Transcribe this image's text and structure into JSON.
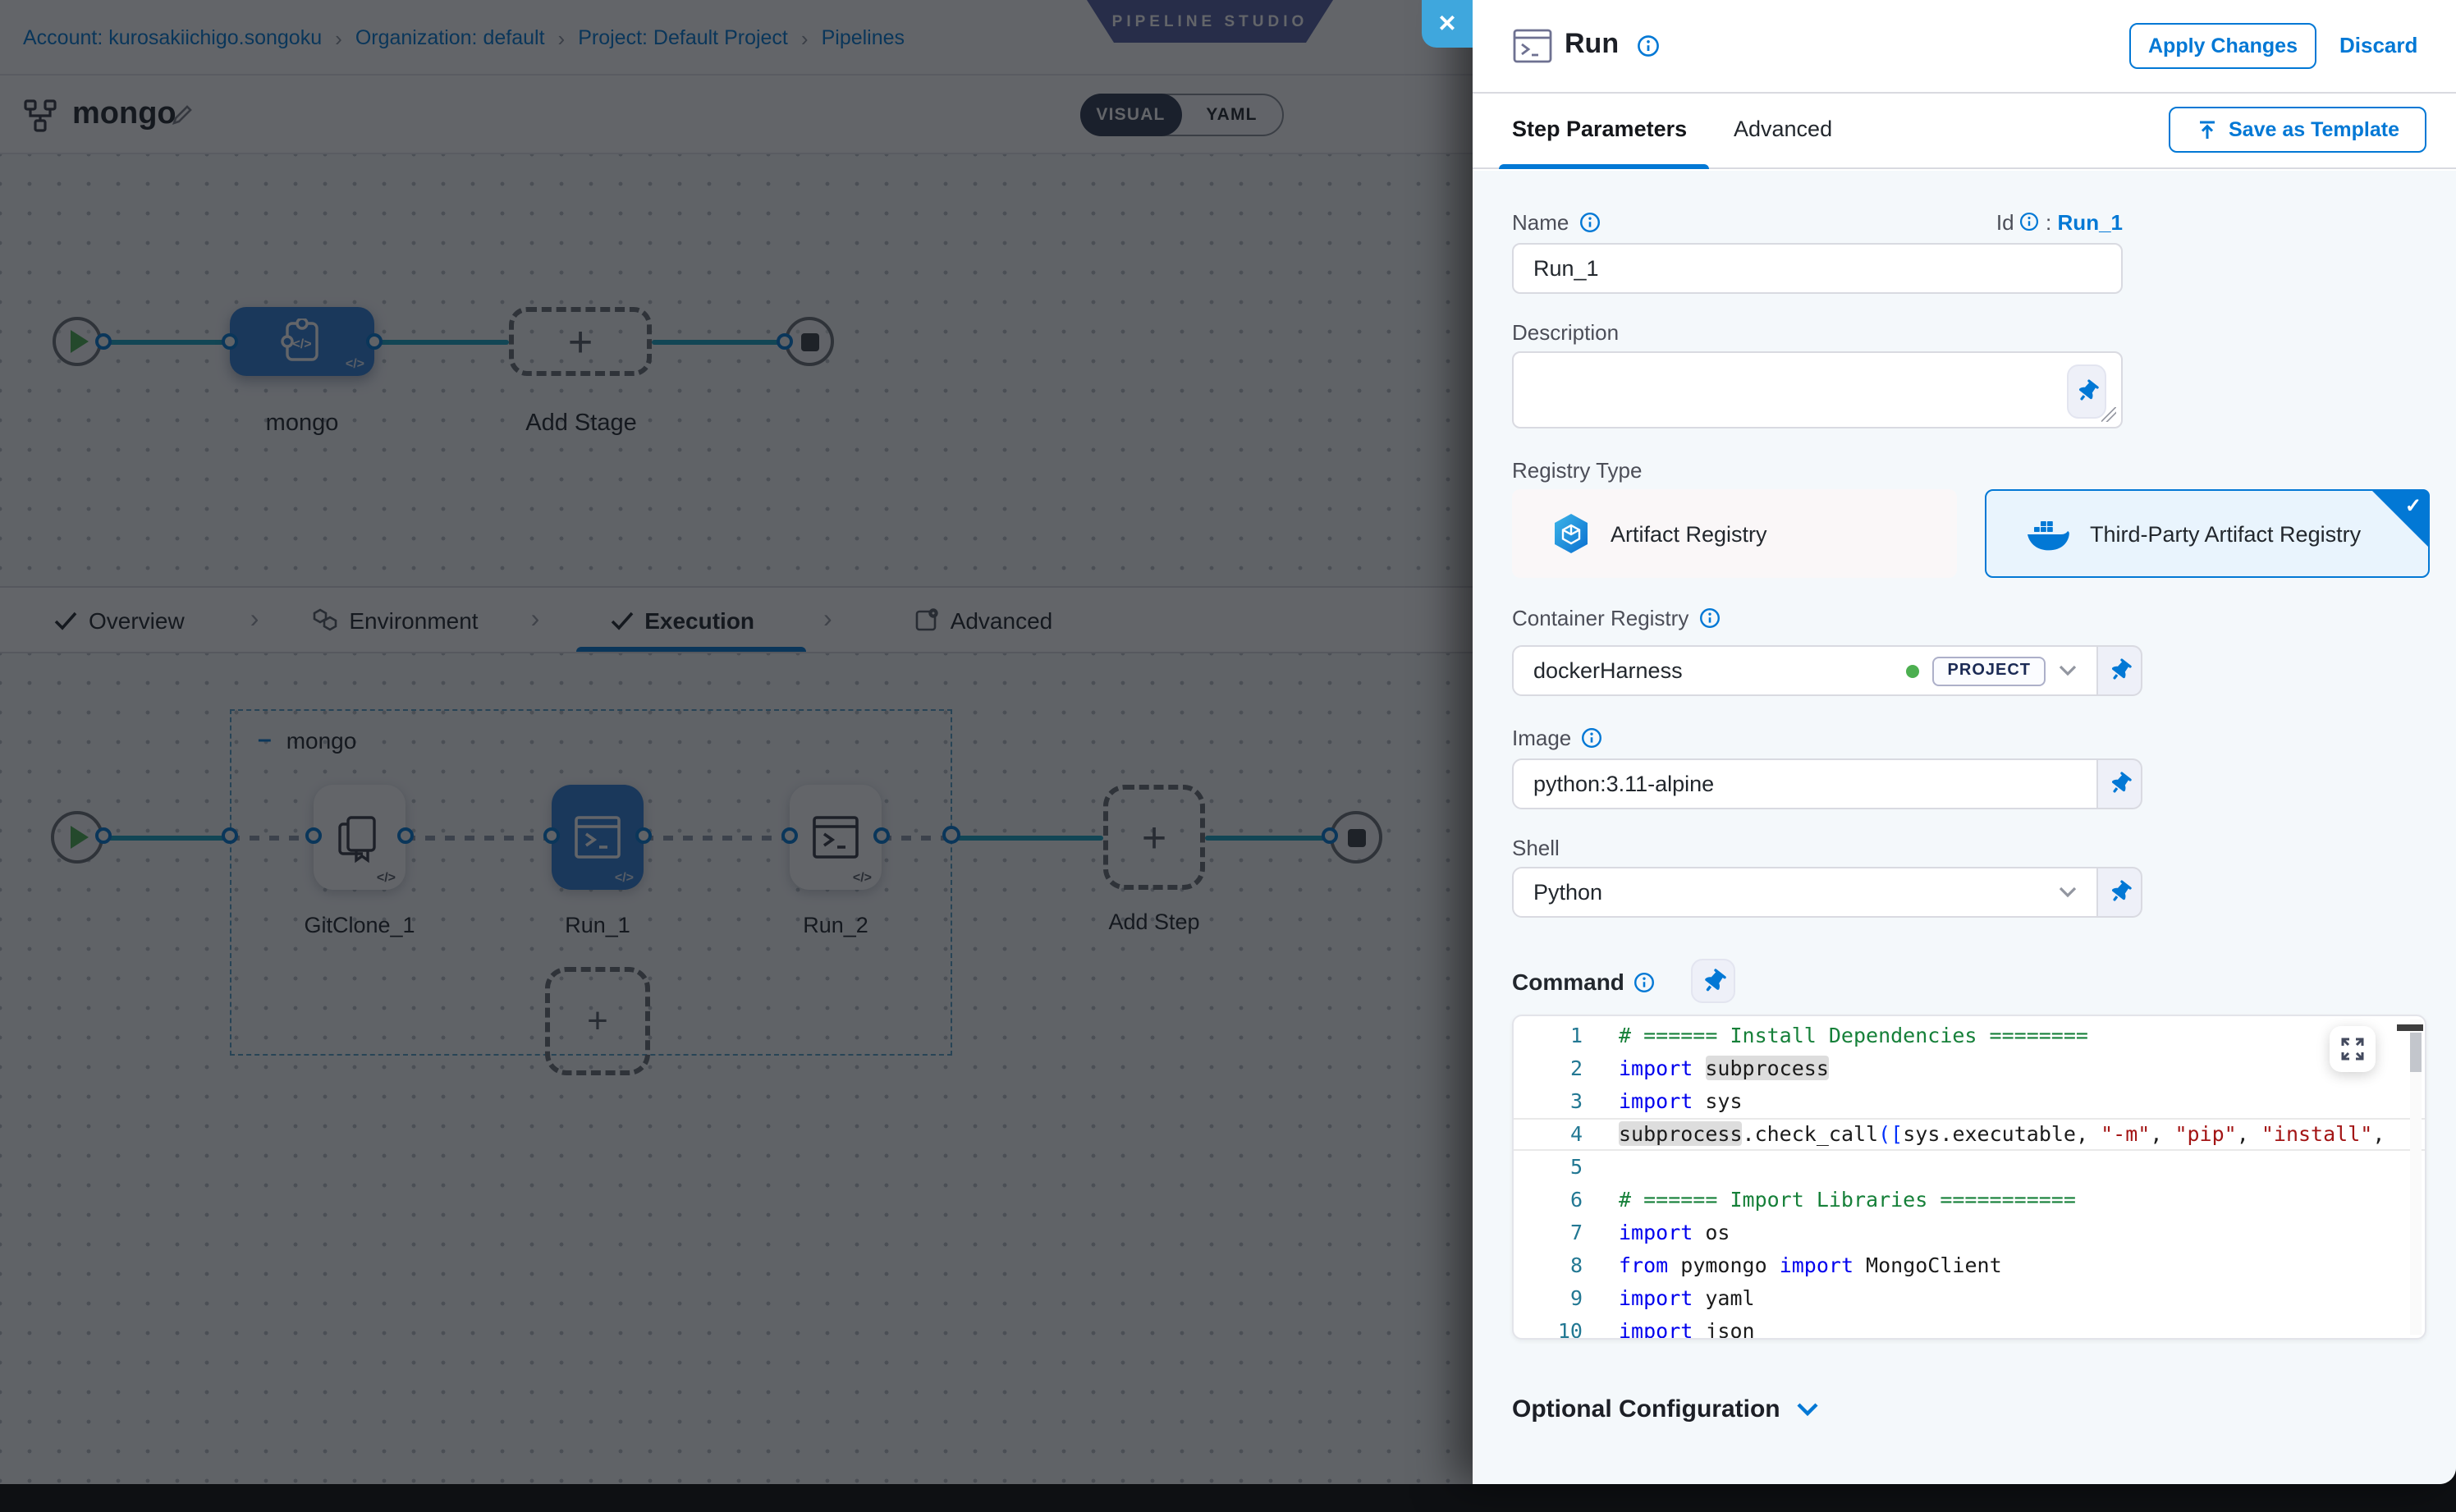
{
  "breadcrumb": {
    "items": [
      {
        "label": "Account: kurosakiichigo.songoku"
      },
      {
        "label": "Organization: default"
      },
      {
        "label": "Project: Default Project"
      },
      {
        "label": "Pipelines"
      }
    ],
    "separator": "›"
  },
  "studio_badge": "PIPELINE STUDIO",
  "glyphs": {
    "close": "✕",
    "plus": "+",
    "minus": "–",
    "code_badge": "</>",
    "check": "✓",
    "colon": ":"
  },
  "pipeline": {
    "title": "mongo",
    "view_toggle": {
      "visual": "VISUAL",
      "yaml": "YAML",
      "selected": "VISUAL"
    }
  },
  "stage_flow": {
    "stage_label": "mongo",
    "add_stage_label": "Add Stage"
  },
  "pipeline_tabs": [
    {
      "label": "Overview",
      "icon": "check-icon",
      "active": false
    },
    {
      "label": "Environment",
      "icon": "hexagons-icon",
      "active": false
    },
    {
      "label": "Execution",
      "icon": "check-icon",
      "active": true
    },
    {
      "label": "Advanced",
      "icon": "clipboard-icon",
      "active": false
    }
  ],
  "execution_flow": {
    "group_label": "mongo",
    "steps": [
      {
        "label": "GitClone_1",
        "selected": false,
        "icon": "git-clone-icon"
      },
      {
        "label": "Run_1",
        "selected": true,
        "icon": "terminal-icon"
      },
      {
        "label": "Run_2",
        "selected": false,
        "icon": "terminal-icon"
      }
    ],
    "add_step_label": "Add Step"
  },
  "panel": {
    "title": "Run",
    "apply_button": "Apply Changes",
    "discard_button": "Discard",
    "tabs": {
      "step_parameters": "Step Parameters",
      "advanced": "Advanced"
    },
    "save_template_button": "Save as Template",
    "fields": {
      "name": {
        "label": "Name",
        "value": "Run_1"
      },
      "id": {
        "label": "Id",
        "separator": ":",
        "value": "Run_1"
      },
      "description": {
        "label": "Description",
        "value": ""
      },
      "registry_type": {
        "label": "Registry Type",
        "options": [
          {
            "label": "Artifact Registry",
            "selected": false
          },
          {
            "label": "Third-Party Artifact Registry",
            "selected": true
          }
        ]
      },
      "container_registry": {
        "label": "Container Registry",
        "value": "dockerHarness",
        "scope_badge": "PROJECT"
      },
      "image": {
        "label": "Image",
        "value": "python:3.11-alpine"
      },
      "shell": {
        "label": "Shell",
        "value": "Python"
      },
      "command": {
        "label": "Command"
      }
    },
    "code_editor": {
      "lines": [
        {
          "n": "1",
          "current": false,
          "tokens": [
            {
              "style": "c",
              "text": "# ====== Install Dependencies ========"
            }
          ]
        },
        {
          "n": "2",
          "current": false,
          "tokens": [
            {
              "style": "k",
              "text": "import"
            },
            {
              "style": "t",
              "text": " "
            },
            {
              "style": "h",
              "text": "subprocess"
            }
          ]
        },
        {
          "n": "3",
          "current": false,
          "tokens": [
            {
              "style": "k",
              "text": "import"
            },
            {
              "style": "t",
              "text": " sys"
            }
          ]
        },
        {
          "n": "4",
          "current": true,
          "tokens": [
            {
              "style": "h",
              "text": "subprocess"
            },
            {
              "style": "t",
              "text": ".check_call"
            },
            {
              "style": "p",
              "text": "(["
            },
            {
              "style": "t",
              "text": "sys.executable, "
            },
            {
              "style": "s",
              "text": "\"-m\""
            },
            {
              "style": "t",
              "text": ", "
            },
            {
              "style": "s",
              "text": "\"pip\""
            },
            {
              "style": "t",
              "text": ", "
            },
            {
              "style": "s",
              "text": "\"install\""
            },
            {
              "style": "t",
              "text": ","
            }
          ]
        },
        {
          "n": "5",
          "current": false,
          "tokens": []
        },
        {
          "n": "6",
          "current": false,
          "tokens": [
            {
              "style": "c",
              "text": "# ====== Import Libraries ==========="
            }
          ]
        },
        {
          "n": "7",
          "current": false,
          "tokens": [
            {
              "style": "k",
              "text": "import"
            },
            {
              "style": "t",
              "text": " os"
            }
          ]
        },
        {
          "n": "8",
          "current": false,
          "tokens": [
            {
              "style": "k",
              "text": "from"
            },
            {
              "style": "t",
              "text": " pymongo "
            },
            {
              "style": "k",
              "text": "import"
            },
            {
              "style": "t",
              "text": " MongoClient"
            }
          ]
        },
        {
          "n": "9",
          "current": false,
          "tokens": [
            {
              "style": "k",
              "text": "import"
            },
            {
              "style": "t",
              "text": " yaml"
            }
          ]
        },
        {
          "n": "10",
          "current": false,
          "tokens": [
            {
              "style": "k",
              "text": "import"
            },
            {
              "style": "t",
              "text": " json"
            }
          ]
        }
      ]
    },
    "optional_configuration": "Optional Configuration"
  },
  "colors": {
    "accent": "#0278d5",
    "close_button": "#3fa7dd",
    "selected_node": "#2f7fd6",
    "connector": "#18a5c5",
    "comment_green": "#168039",
    "keyword_blue": "#0000ee",
    "string_red": "#a31515",
    "status_green": "#4caf50"
  }
}
